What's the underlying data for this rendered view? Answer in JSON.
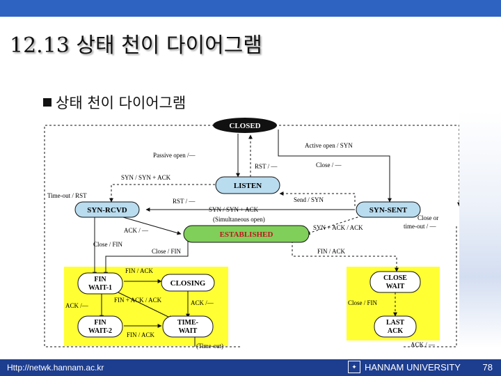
{
  "slide": {
    "title": "12.13 상태 천이 다이어그램",
    "bullet": "상태 천이 다이어그램",
    "footer_url": "Http://netwk.hannam.ac.kr",
    "university": "HANNAM UNIVERSITY",
    "page_number": "78"
  },
  "diagram": {
    "states": {
      "closed": "CLOSED",
      "listen": "LISTEN",
      "syn_rcvd": "SYN-RCVD",
      "syn_sent": "SYN-SENT",
      "established": "ESTABLISHED",
      "fin_wait1_a": "FIN",
      "fin_wait1_b": "WAIT-1",
      "closing": "CLOSING",
      "fin_wait2_a": "FIN",
      "fin_wait2_b": "WAIT-2",
      "time_wait_a": "TIME-",
      "time_wait_b": "WAIT",
      "close_wait_a": "CLOSE",
      "close_wait_b": "WAIT",
      "last_ack_a": "LAST",
      "last_ack_b": "ACK"
    },
    "labels": {
      "active_open": "Active open / SYN",
      "passive_open": "Passive open /—",
      "rst_listen": "RST / —",
      "close_listen": "Close / —",
      "syn_synack": "SYN / SYN + ACK",
      "timeout_rst": "Time-out / RST",
      "send_syn": "Send / SYN",
      "rst_synrcvd": "RST / —",
      "simul_a": "SYN / SYN + ACK",
      "simul_b": "(Simultaneous open)",
      "synack_ack": "SYN + ACK / ACK",
      "close_or_a": "Close or",
      "close_or_b": "time-out / —",
      "ack_est": "ACK / —",
      "close_fin1": "Close / FIN",
      "close_fin2": "Close / FIN",
      "fin_ack_cw": "FIN / ACK",
      "fin_ack_fw1": "FIN / ACK",
      "ack_fw1": "ACK /—",
      "finack_ack": "FIN + ACK / ACK",
      "ack_closing": "ACK /—",
      "fin_ack_fw2": "FIN / ACK",
      "timeout": "(Time-out)",
      "close_fin3": "Close / FIN",
      "ack_lastack": "ACK / —"
    }
  }
}
